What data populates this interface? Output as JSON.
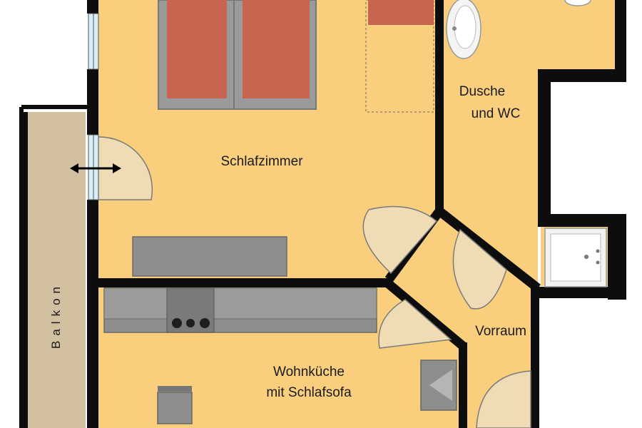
{
  "rooms": {
    "bedroom": "Schlafzimmer",
    "bathroom_line1": "Dusche",
    "bathroom_line2": "und WC",
    "hallway": "Vorraum",
    "kitchen_line1": "Wohnküche",
    "kitchen_line2": "mit Schlafsofa",
    "balcony": "Balkon"
  },
  "colors": {
    "floor": "#F9CF7D",
    "wall": "#0d0d0d",
    "balcony": "#D2C0A0",
    "furniture": "#8E8E8E",
    "bed_cover": "#C86450",
    "door_swing": "#F0DCB4",
    "window": "#D8EEF6"
  }
}
